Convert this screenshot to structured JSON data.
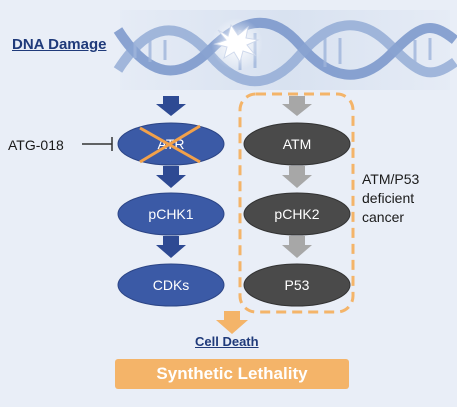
{
  "title": "DNA Damage",
  "inhibitor": "ATG-018",
  "left_pathway": [
    "ATR",
    "pCHK1",
    "CDKs"
  ],
  "right_pathway": [
    "ATM",
    "pCHK2",
    "P53"
  ],
  "side_label": "ATM/P53 deficient cancer",
  "outcome": "Cell Death",
  "banner": "Synthetic Lethality",
  "colors": {
    "blue_node": "#3b5aa6",
    "dark_node": "#4a4a4a",
    "blue_arrow": "#2e4a93",
    "gray_arrow": "#a7a7a7",
    "orange": "#f4b469",
    "orange_cross": "#f2a14a",
    "background": "#e9eef7"
  }
}
